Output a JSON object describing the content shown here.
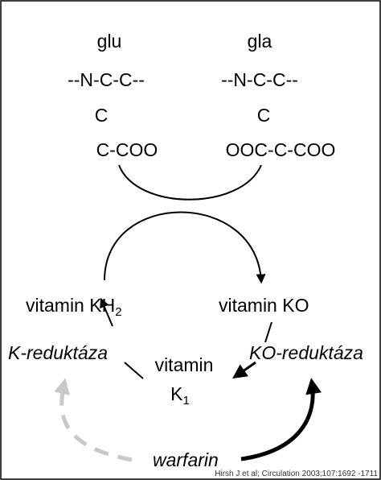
{
  "diagram": {
    "glu": {
      "title": "glu",
      "backbone": "--N-C-C--",
      "carbon": "C",
      "side": "C-COO"
    },
    "gla": {
      "title": "gla",
      "backbone": "--N-C-C--",
      "carbon": "C",
      "side": "OOC-C-COO"
    },
    "vitamin_kh2": {
      "text": "vitamin KH",
      "sub": "2"
    },
    "vitamin_ko": "vitamin KO",
    "vitamin_k1": {
      "line1": "vitamin",
      "line2": "K",
      "sub": "1"
    },
    "k_reductase": "K-reduktáza",
    "ko_reductase": "KO-reduktáza",
    "warfarin": "warfarin",
    "citation": "Hirsh J et al; Circulation 2003;107:1692 -1711"
  },
  "colors": {
    "line": "#000000",
    "inhibition_gray": "#c8c8c8",
    "border": "#000000"
  }
}
